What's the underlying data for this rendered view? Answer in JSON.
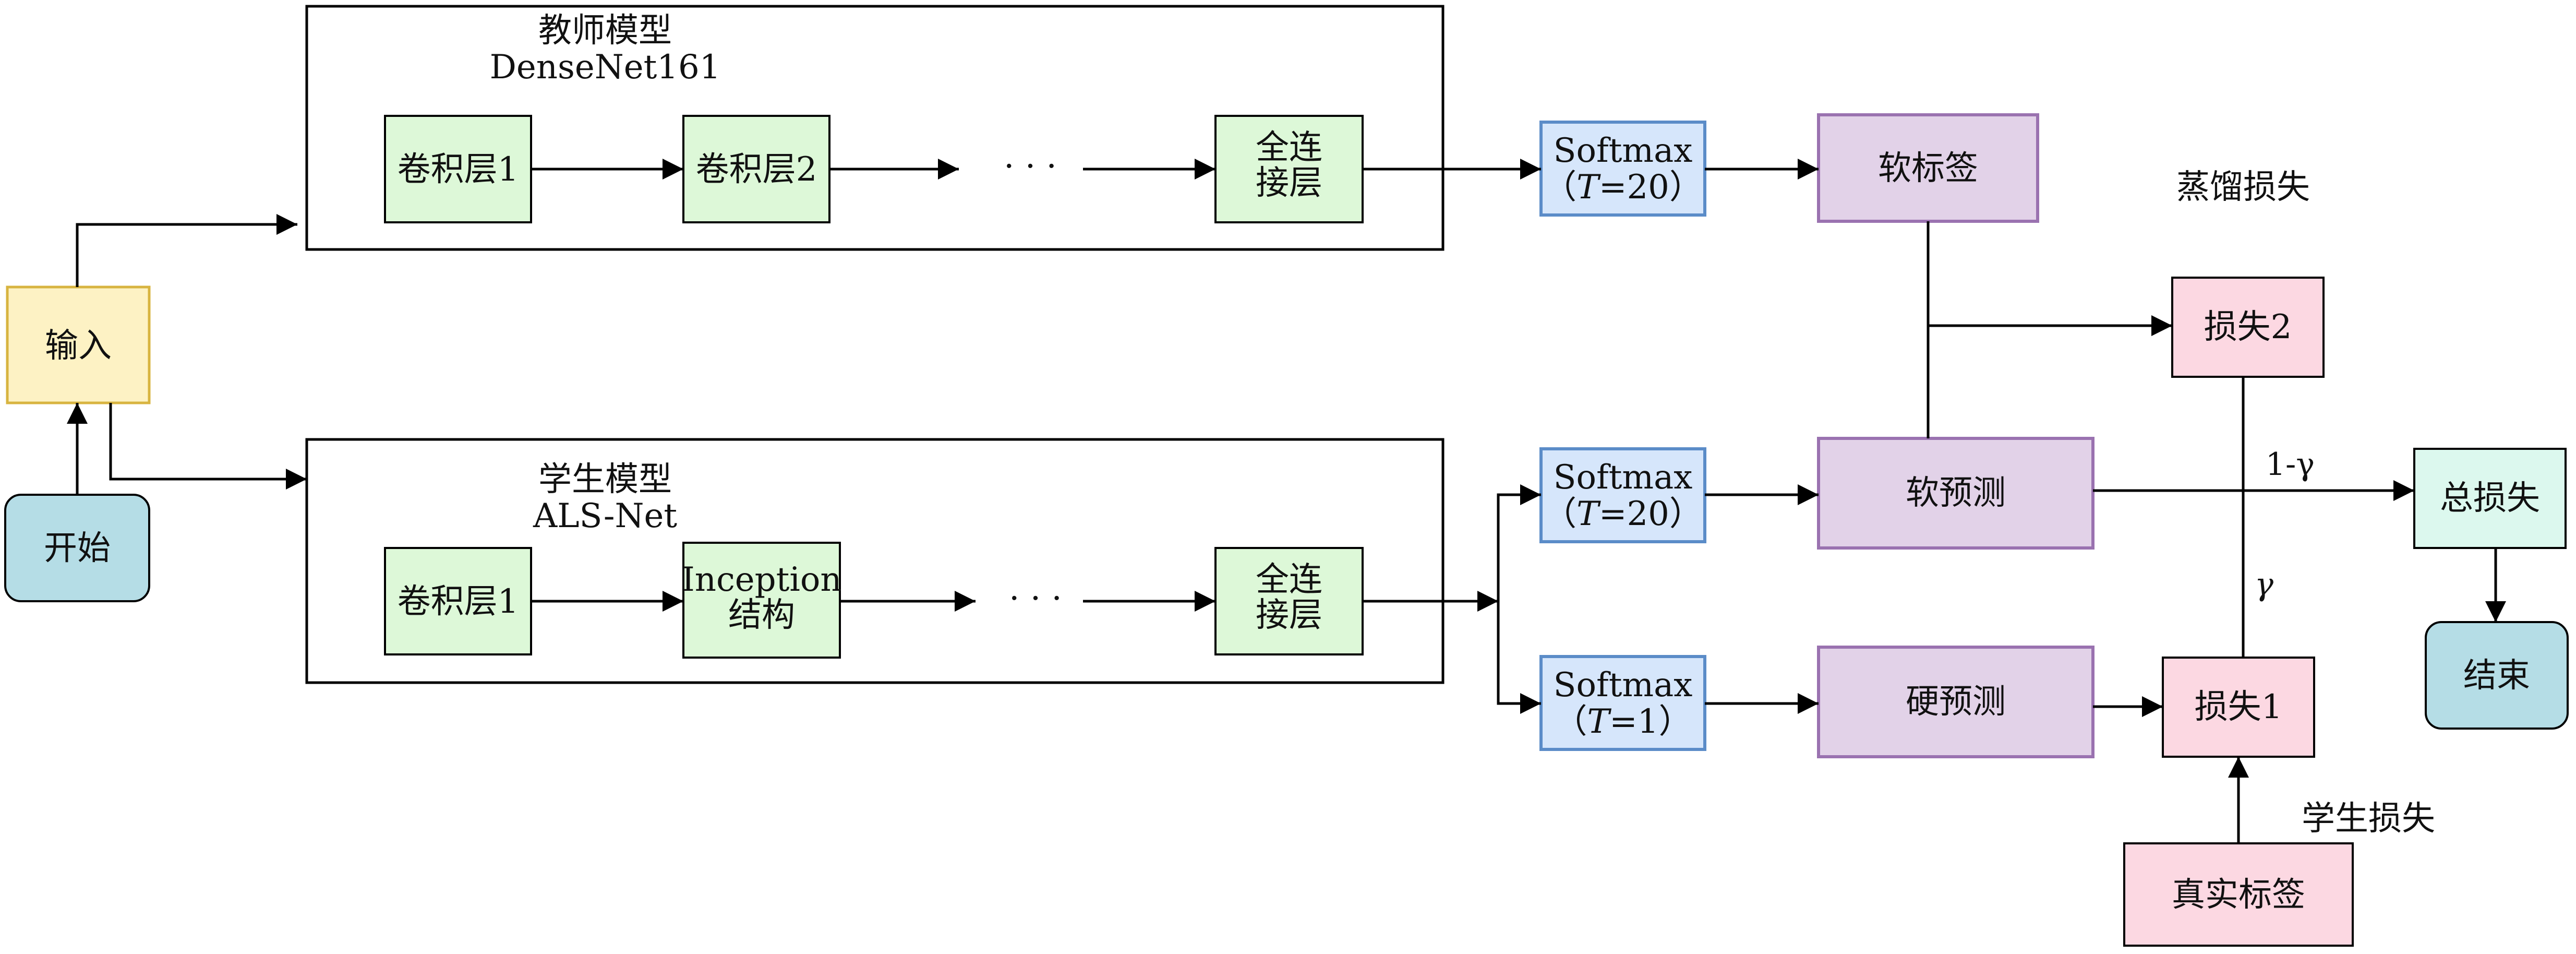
{
  "teacher": {
    "title_line1": "教师模型",
    "title_line2": "DenseNet161",
    "conv1": "卷积层1",
    "conv2": "卷积层2",
    "ellipsis": "· · ·",
    "fc_line1": "全连",
    "fc_line2": "接层"
  },
  "student": {
    "title_line1": "学生模型",
    "title_line2": "ALS-Net",
    "conv1": "卷积层1",
    "inception_line1": "Inception",
    "inception_line2": "结构",
    "ellipsis": "· · ·",
    "fc_line1": "全连",
    "fc_line2": "接层"
  },
  "input": "输入",
  "start": "开始",
  "end": "结束",
  "softmax_teacher": {
    "line1": "Softmax",
    "t_sym": "T",
    "t_val": "=20"
  },
  "softmax_student_soft": {
    "line1": "Softmax",
    "t_sym": "T",
    "t_val": "=20"
  },
  "softmax_student_hard": {
    "line1": "Softmax",
    "t_sym": "T",
    "t_val": "=1"
  },
  "soft_label": "软标签",
  "soft_pred": "软预测",
  "hard_pred": "硬预测",
  "loss2": "损失2",
  "loss1": "损失1",
  "true_label": "真实标签",
  "total_loss": "总损失",
  "distill_loss_label": "蒸馏损失",
  "student_loss_label": "学生损失",
  "weight_one_minus_gamma": "1-γ",
  "weight_gamma": "γ",
  "colors": {
    "green_fill": "#ddf8d8",
    "blue_fill": "#d6e6fb",
    "blue_stroke": "#5b8cc8",
    "purple_fill": "#e2d2e8",
    "purple_stroke": "#9a72b0",
    "pink_fill": "#fcd8e2",
    "teal_fill": "#b5dde6",
    "yellow_fill": "#fdf2c4",
    "yellow_stroke": "#d8b440",
    "mint_fill": "#dcf8ee"
  }
}
